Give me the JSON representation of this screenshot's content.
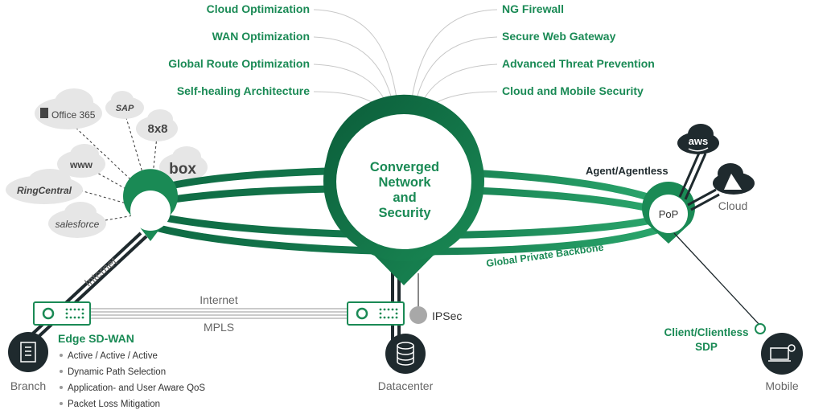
{
  "features_left": [
    "Cloud Optimization",
    "WAN Optimization",
    "Global Route Optimization",
    "Self-healing Architecture"
  ],
  "features_right": [
    "NG Firewall",
    "Secure Web Gateway",
    "Advanced Threat Prevention",
    "Cloud and Mobile Security"
  ],
  "center": {
    "lines": [
      "Converged",
      "Network",
      "and",
      "Security"
    ]
  },
  "apps": {
    "office365": "Office 365",
    "sap": "SAP",
    "eight_by_eight": "8x8",
    "www": "www",
    "box": "box",
    "ringcentral": "RingCentral",
    "salesforce": "salesforce"
  },
  "links": {
    "internet_diag": "Internet",
    "internet": "Internet",
    "mpls": "MPLS",
    "ipsec": "IPSec"
  },
  "edge": {
    "title": "Edge SD-WAN",
    "bullets": [
      "Active / Active / Active",
      "Dynamic Path Selection",
      "Application- and User Aware QoS",
      "Packet Loss Mitigation"
    ]
  },
  "nodes": {
    "branch": "Branch",
    "datacenter": "Datacenter",
    "mobile": "Mobile",
    "pop": "PoP",
    "cloud": "Cloud",
    "aws": "aws"
  },
  "pop_labels": {
    "agent": "Agent/Agentless",
    "sdp_line1": "Client/Clientless",
    "sdp_line2": "SDP"
  },
  "backbone_label": "Global Private Backbone",
  "colors": {
    "green": "#1a8a55",
    "dark_green": "#0f6b44",
    "light_green": "#2aa56b",
    "dark": "#1f2a2e",
    "grey": "#666666"
  }
}
